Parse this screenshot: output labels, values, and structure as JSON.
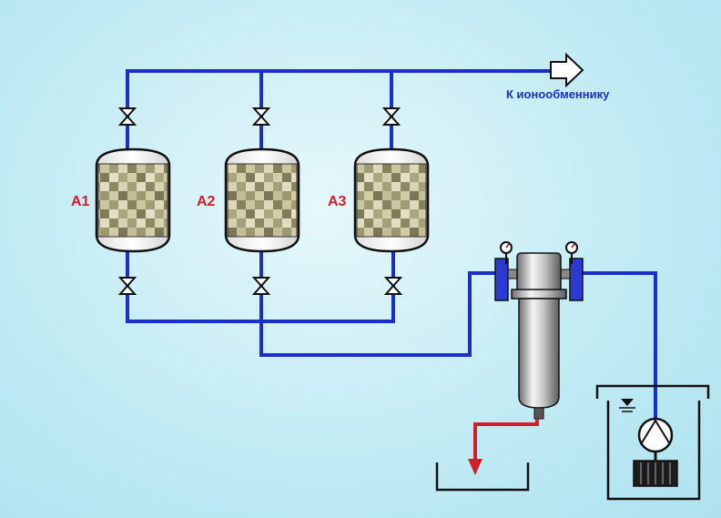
{
  "outlet_label": "К ионообменнику",
  "adsorbers": [
    {
      "label": "А1"
    },
    {
      "label": "А2"
    },
    {
      "label": "А3"
    }
  ],
  "colors": {
    "pipe": "#1a2fc7",
    "drain": "#d21e2a",
    "label": "#d21e2a",
    "background": "#bfeaf3"
  },
  "icons": [
    "valve-icon",
    "pressure-gauge-icon",
    "outlet-arrow-icon",
    "pump-icon",
    "water-level-icon"
  ]
}
